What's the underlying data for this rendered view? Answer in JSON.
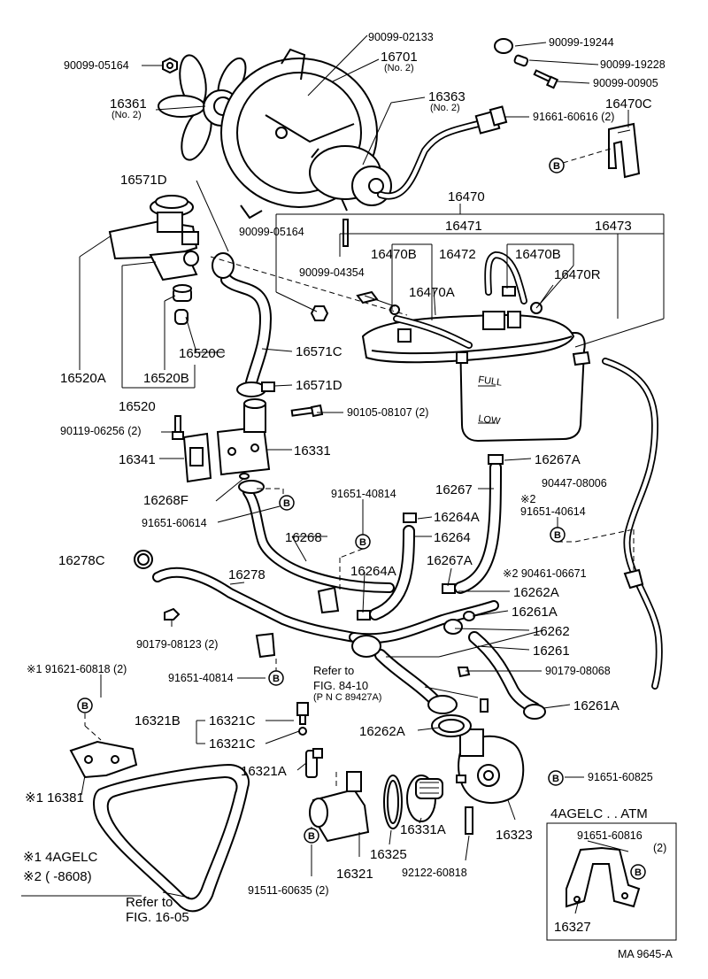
{
  "parts": {
    "p90099_02133": "90099-02133",
    "p16701": "16701",
    "p16701_note": "(No. 2)",
    "p90099_19244": "90099-19244",
    "p90099_19228": "90099-19228",
    "p90099_00905": "90099-00905",
    "p90099_05164_top": "90099-05164",
    "p16361": "16361",
    "p16361_note": "(No. 2)",
    "p16363": "16363",
    "p16363_note": "(No. 2)",
    "p16470C": "16470C",
    "p91661_60616": "91661-60616 (2)",
    "p16571D_top": "16571D",
    "p16470": "16470",
    "p16471": "16471",
    "p16473": "16473",
    "p90099_05164_mid": "90099-05164",
    "p16470B_a": "16470B",
    "p16472": "16472",
    "p16470B_b": "16470B",
    "p90099_04354": "90099-04354",
    "p16470A": "16470A",
    "p16470R": "16470R",
    "p16520C": "16520C",
    "p16571C": "16571C",
    "p16520A": "16520A",
    "p16520B": "16520B",
    "p16571D_bot": "16571D",
    "p16520": "16520",
    "p90105_08107": "90105-08107 (2)",
    "p90119_06256": "90119-06256 (2)",
    "p16341": "16341",
    "p16331": "16331",
    "p16267A_top": "16267A",
    "p16268F": "16268F",
    "p91651_40814_top": "91651-40814",
    "p16267": "16267",
    "p90447_08006": "90447-08006",
    "p91651_60614": "91651-60614",
    "p16264A_top": "16264A",
    "p16268": "16268",
    "p16264": "16264",
    "note2_mark": "※2",
    "p91651_40614": "91651-40614",
    "p16278C": "16278C",
    "p16264A_mid": "16264A",
    "p16267A_mid": "16267A",
    "p90461_06671": "※2 90461-06671",
    "p16278": "16278",
    "p16262A_top": "16262A",
    "p16261A": "16261A",
    "p90179_08123": "90179-08123 (2)",
    "p16262": "16262",
    "p16261": "16261",
    "p91621_60818": "※1 91621-60818 (2)",
    "p91651_40814_bot": "91651-40814",
    "refer1_line1": "Refer to",
    "refer1_line2": "FIG. 84-10",
    "refer1_line3": "(P N C 89427A)",
    "p90179_08068": "90179-08068",
    "p16261A_bot": "16261A",
    "p16321B": "16321B",
    "p16321C_a": "16321C",
    "p16321C_b": "16321C",
    "p16262A_bot": "16262A",
    "p16321A": "16321A",
    "p91651_60825": "91651-60825",
    "p16381": "※1 16381",
    "variant_label": "4AGELC . . ATM",
    "p91651_60816": "91651-60816",
    "p91651_60816_qty": "(2)",
    "p16331A": "16331A",
    "p16323": "16323",
    "p16325": "16325",
    "p16321": "16321",
    "p92122_60818": "92122-60818",
    "p91511_60635": "91511-60635 (2)",
    "p16327": "16327",
    "legend1": "※1 4AGELC",
    "legend2": "※2 (      -8608)",
    "refer2_line1": "Refer to",
    "refer2_line2": "FIG. 16-05",
    "fig_id": "MA 9645-A",
    "bolt_mark": "B"
  },
  "icons": {
    "bolt_marker": "circled-letter-B"
  }
}
